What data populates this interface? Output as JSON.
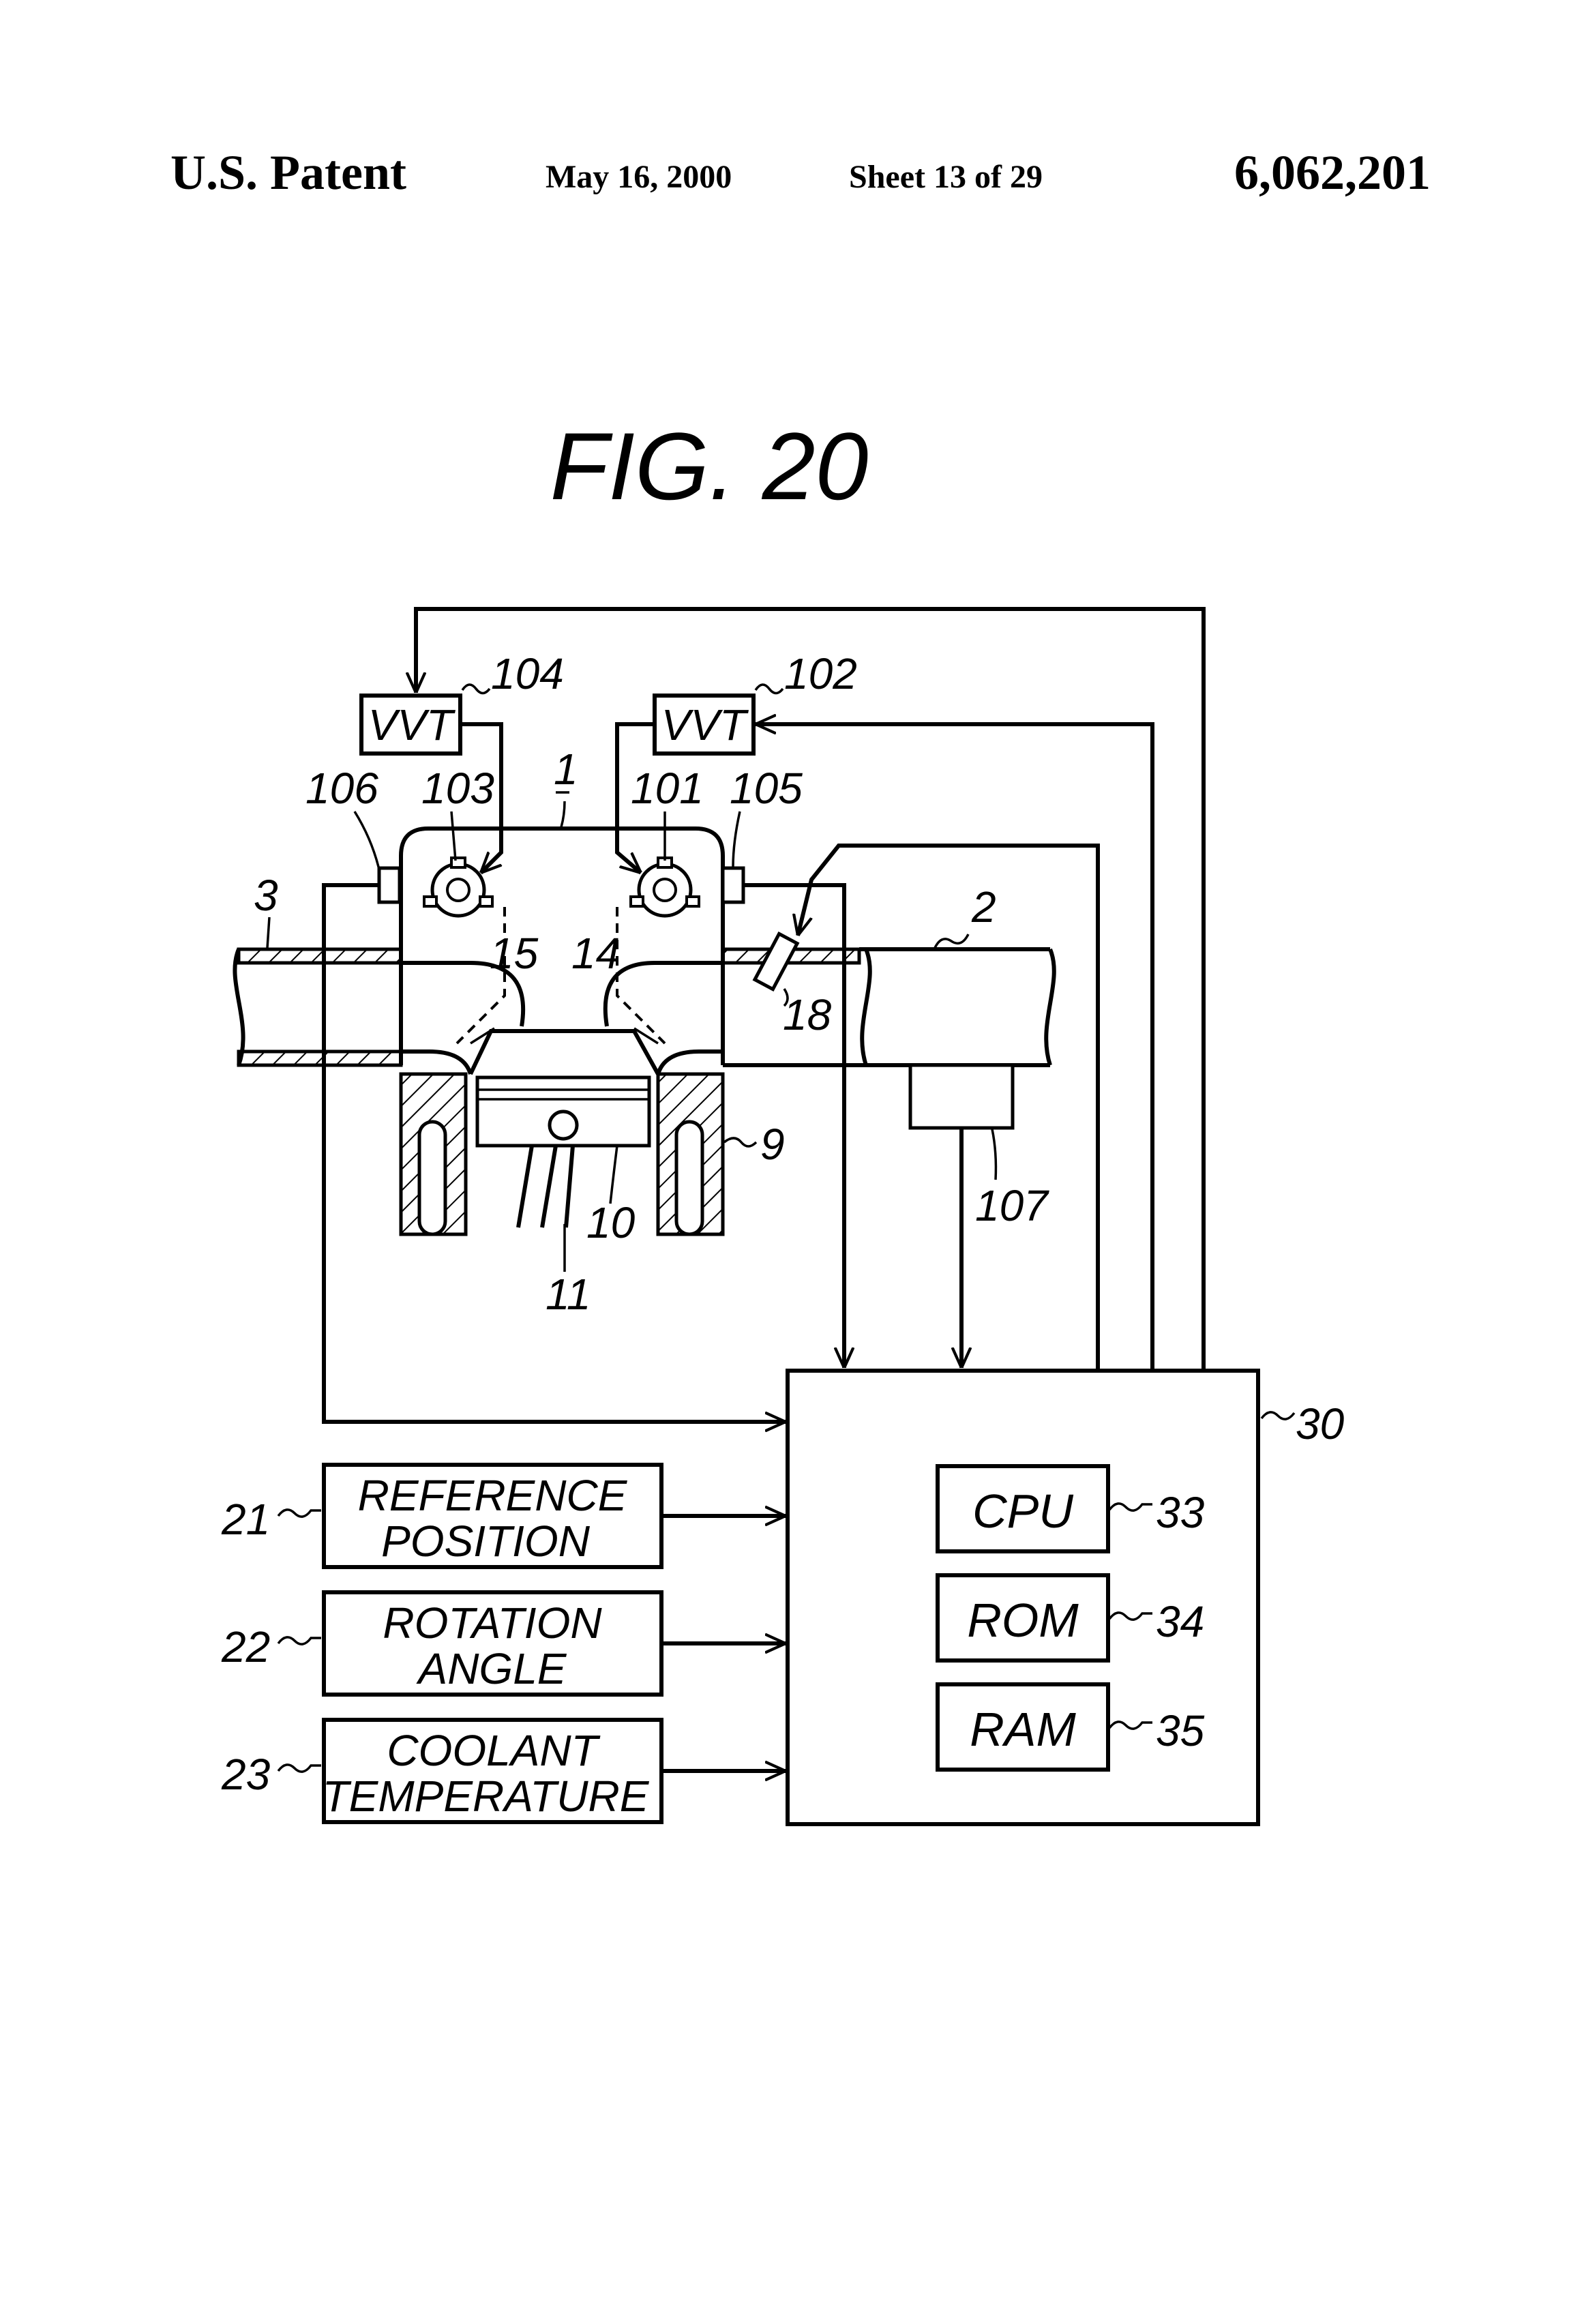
{
  "header": {
    "title": "U.S. Patent",
    "date": "May 16, 2000",
    "sheet": "Sheet 13 of 29",
    "patent_number": "6,062,201"
  },
  "figure": {
    "label": "FIG. 20",
    "vvt_exhaust": {
      "text": "VVT",
      "ref": "104"
    },
    "vvt_intake": {
      "text": "VVT",
      "ref": "102"
    },
    "refs": {
      "engine": "1",
      "intake_pipe": "2",
      "exhaust_pipe": "3",
      "cylinder_block": "9",
      "piston": "10",
      "connecting_rod": "11",
      "intake_valve": "14",
      "exhaust_valve": "15",
      "injector": "18",
      "intake_camshaft": "101",
      "exhaust_camshaft": "103",
      "intake_cam_sensor": "105",
      "exhaust_cam_sensor": "106",
      "airflow_meter": "107",
      "ecu": "30"
    },
    "sensors": [
      {
        "line1": "REFERENCE",
        "line2": "POSITION",
        "ref": "21"
      },
      {
        "line1": "ROTATION",
        "line2": "ANGLE",
        "ref": "22"
      },
      {
        "line1": "COOLANT",
        "line2": "TEMPERATURE",
        "ref": "23"
      }
    ],
    "ecu_parts": [
      {
        "text": "CPU",
        "ref": "33"
      },
      {
        "text": "ROM",
        "ref": "34"
      },
      {
        "text": "RAM",
        "ref": "35"
      }
    ]
  }
}
